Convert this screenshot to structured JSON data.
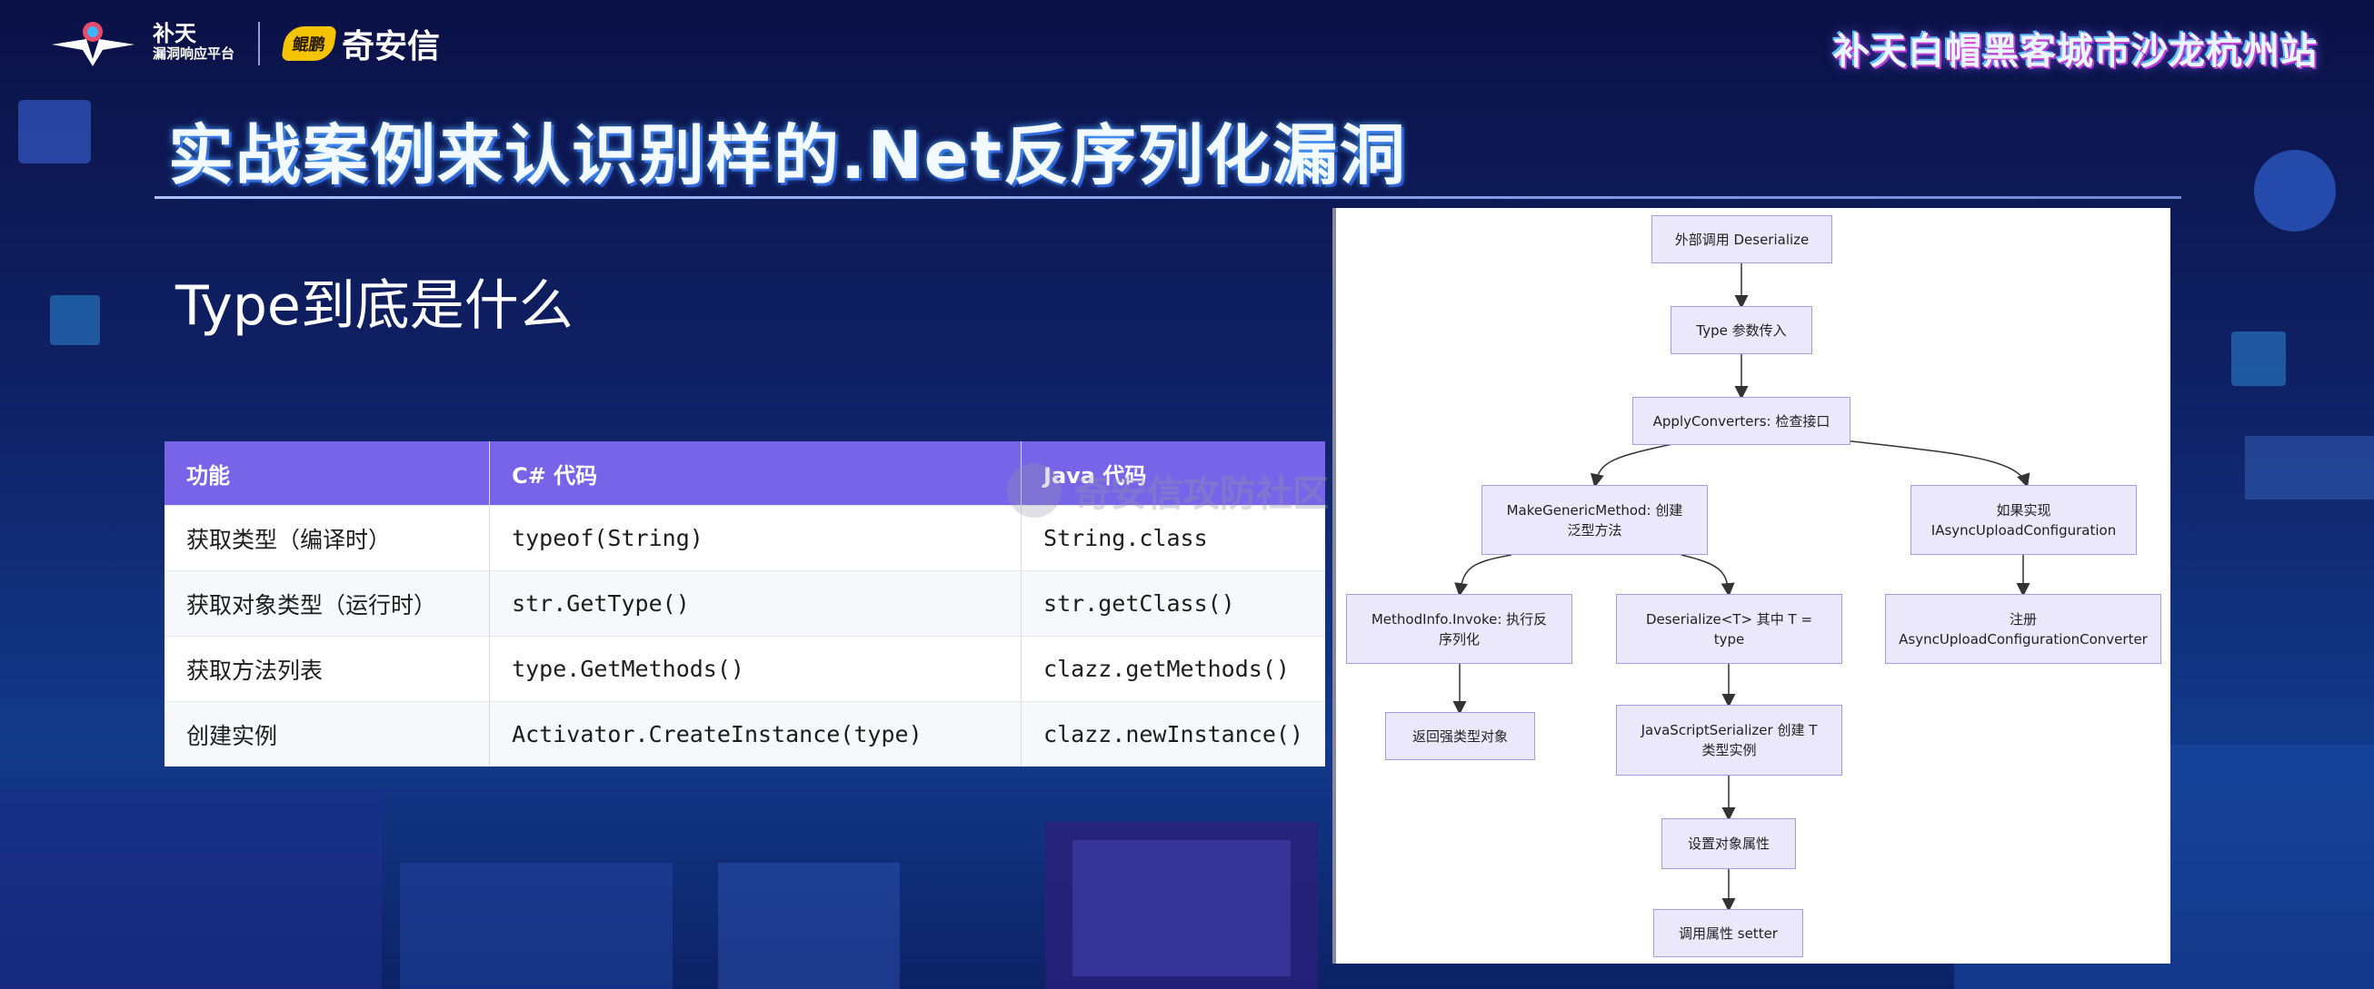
{
  "header": {
    "brand1_line1": "补天",
    "brand1_line2": "漏洞响应平台",
    "brand2_badge": "鲲鹏",
    "brand2_name": "奇安信",
    "event_title": "补天白帽黑客城市沙龙杭州站"
  },
  "slide": {
    "title": "实战案例来认识别样的.Net反序列化漏洞",
    "subtitle": "Type到底是什么"
  },
  "table": {
    "headers": [
      "功能",
      "C# 代码",
      "Java 代码"
    ],
    "rows": [
      [
        "获取类型（编译时）",
        "typeof(String)",
        "String.class"
      ],
      [
        "获取对象类型（运行时）",
        "str.GetType()",
        "str.getClass()"
      ],
      [
        "获取方法列表",
        "type.GetMethods()",
        "clazz.getMethods()"
      ],
      [
        "创建实例",
        "Activator.CreateInstance(type)",
        "clazz.newInstance()"
      ]
    ]
  },
  "watermark": "奇安信攻防社区",
  "diagram": {
    "nodes": {
      "n1": "外部调用 Deserialize",
      "n2": "Type 参数传入",
      "n3": "ApplyConverters: 检查接口",
      "n4a": "MakeGenericMethod: 创建",
      "n4b": "泛型方法",
      "n5a": "如果实现",
      "n5b": "IAsyncUploadConfiguration",
      "n6a": "MethodInfo.Invoke: 执行反",
      "n6b": "序列化",
      "n7a": "Deserialize<T> 其中 T =",
      "n7b": "type",
      "n8a": "注册",
      "n8b": "AsyncUploadConfigurationConverter",
      "n9": "返回强类型对象",
      "n10a": "JavaScriptSerializer 创建 T",
      "n10b": "类型实例",
      "n11": "设置对象属性",
      "n12": "调用属性 setter"
    }
  },
  "colors": {
    "table_header": "#7764e8",
    "node_fill": "#ebe8fb",
    "node_border": "#a99ae6"
  }
}
